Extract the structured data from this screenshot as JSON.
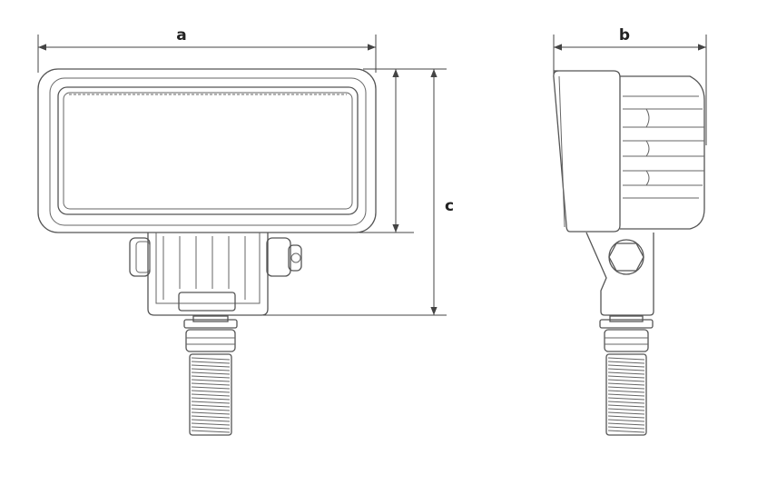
{
  "dimensions": {
    "width_label": "a",
    "depth_label": "b",
    "height_label": "c"
  },
  "colors": {
    "line": "#555555",
    "dimension_line": "#444444",
    "background": "#ffffff"
  }
}
